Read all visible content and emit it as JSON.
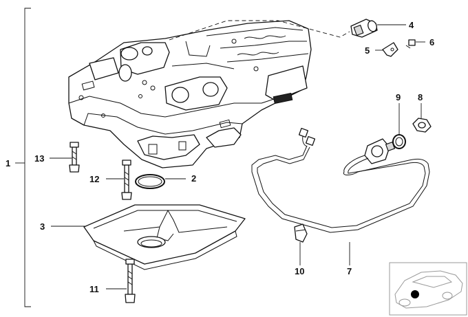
{
  "callouts": {
    "c1": "1",
    "c2": "2",
    "c3": "3",
    "c4": "4",
    "c5": "5",
    "c6": "6",
    "c7": "7",
    "c8": "8",
    "c9": "9",
    "c10": "10",
    "c11": "11",
    "c12": "12",
    "c13": "13"
  },
  "colors": {
    "line": "#111111",
    "background": "#ffffff",
    "thumbnail_border": "#999999",
    "marker": "#000000"
  }
}
